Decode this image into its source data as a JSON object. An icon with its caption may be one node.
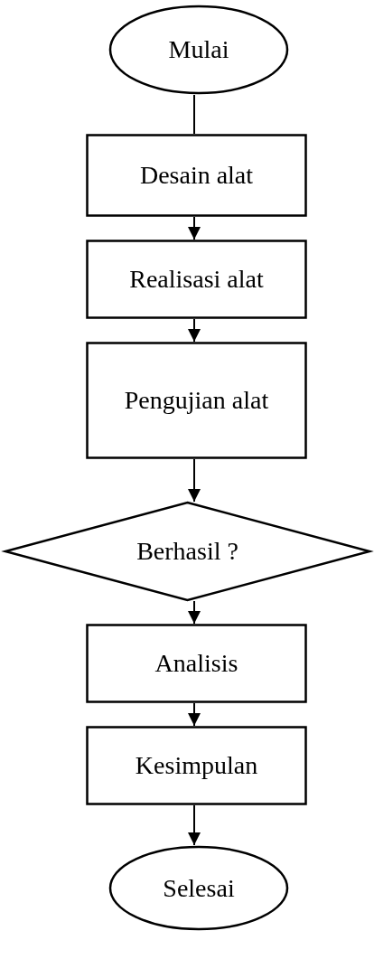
{
  "diagram": {
    "nodes": [
      {
        "text": [
          "Mulai"
        ]
      },
      {
        "text": [
          "Desain alat"
        ]
      },
      {
        "text": [
          "Realisasi alat"
        ]
      },
      {
        "text": [
          "Pengujian alat"
        ]
      },
      {
        "text": [
          "Berhasil ?"
        ]
      },
      {
        "text": [
          "Analisis"
        ]
      },
      {
        "text": [
          "Kesimpulan"
        ]
      },
      {
        "text": [
          "Selesai"
        ]
      }
    ],
    "edges": [
      {
        "from": 0,
        "to": 1,
        "arrow": "none"
      },
      {
        "from": 1,
        "to": 2,
        "arrow": "to"
      },
      {
        "from": 2,
        "to": 3,
        "arrow": "to"
      },
      {
        "from": 3,
        "to": 4,
        "arrow": "to"
      },
      {
        "from": 4,
        "to": 5,
        "arrow": "to"
      },
      {
        "from": 5,
        "to": 6,
        "arrow": "to"
      },
      {
        "from": 6,
        "to": 7,
        "arrow": "to"
      }
    ]
  }
}
